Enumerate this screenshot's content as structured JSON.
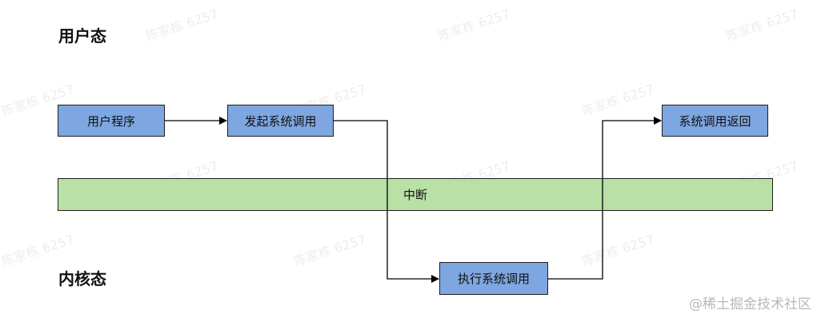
{
  "sections": {
    "user_mode": "用户态",
    "kernel_mode": "内核态"
  },
  "nodes": {
    "user_program": "用户程序",
    "invoke_syscall": "发起系统调用",
    "syscall_return": "系统调用返回",
    "execute_syscall": "执行系统调用"
  },
  "interrupt_band": "中断",
  "watermark_text": "陈家栋 6257",
  "site_watermark": "@稀土掘金技术社区",
  "colors": {
    "node_fill": "#7ea6e0",
    "band_fill": "#b9e0a5",
    "line": "#000000"
  }
}
